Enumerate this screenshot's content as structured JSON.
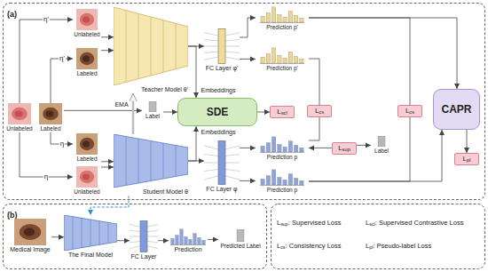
{
  "diagram": {
    "nodes": [
      {
        "text": [
          "(a)"
        ]
      },
      {
        "text": [
          "(b)"
        ]
      },
      {
        "text": [
          "Unlabeled"
        ],
        "in": 0
      },
      {
        "text": [
          "Labeled"
        ],
        "in": 0
      },
      {
        "text": [
          "Unlabeled"
        ],
        "in": 0
      },
      {
        "text": [
          "Labeled"
        ],
        "in": 0
      },
      {
        "text": [
          "Teacher Model θ'"
        ],
        "in": 0
      },
      {
        "text": [
          "FC Layer φ'"
        ],
        "in": 0
      },
      {
        "text": [
          "Prediction p'"
        ],
        "in": 0
      },
      {
        "text": [
          "Prediction p'"
        ],
        "in": 0
      },
      {
        "text": [
          "Label"
        ],
        "in": 0
      },
      {
        "text": [
          "SDE"
        ],
        "in": 0
      },
      {
        "text": [
          "Lscl"
        ],
        "in": 0
      },
      {
        "text": [
          "Lcs"
        ],
        "in": 0
      },
      {
        "text": [
          "Lcs"
        ],
        "in": 0
      },
      {
        "text": [
          "CAPR"
        ],
        "in": 0
      },
      {
        "text": [
          "Lpl"
        ],
        "in": 0
      },
      {
        "text": [
          "Labeled"
        ],
        "in": 0
      },
      {
        "text": [
          "Unlabeled"
        ],
        "in": 0
      },
      {
        "text": [
          "Student Model θ"
        ],
        "in": 0
      },
      {
        "text": [
          "FC Layer φ"
        ],
        "in": 0
      },
      {
        "text": [
          "Prediction p"
        ],
        "in": 0
      },
      {
        "text": [
          "Lsup"
        ],
        "in": 0
      },
      {
        "text": [
          "Label"
        ],
        "in": 0
      },
      {
        "text": [
          "Prediction p"
        ],
        "in": 0
      },
      {
        "text": [
          "Medical Image"
        ],
        "in": 1
      },
      {
        "text": [
          "The Final Model"
        ],
        "in": 1
      },
      {
        "text": [
          "FC Layer"
        ],
        "in": 1
      },
      {
        "text": [
          "Prediction"
        ],
        "in": 1
      },
      {
        "text": [
          "Predicted Label"
        ],
        "in": 1
      }
    ],
    "edges": [
      {
        "from": 2,
        "to": 4,
        "label": "η'",
        "arrow": "to"
      },
      {
        "from": 3,
        "to": 5,
        "label": "η'",
        "arrow": "to"
      },
      {
        "from": 3,
        "to": 10,
        "arrow": "to"
      },
      {
        "from": 3,
        "to": 17,
        "label": "η",
        "arrow": "to"
      },
      {
        "from": 2,
        "to": 18,
        "label": "η",
        "arrow": "to"
      },
      {
        "from": 4,
        "to": 6,
        "arrow": "to"
      },
      {
        "from": 5,
        "to": 6,
        "arrow": "to"
      },
      {
        "from": 6,
        "to": 7,
        "arrow": "to"
      },
      {
        "from": 6,
        "to": 11,
        "label": "Embeddings",
        "arrow": "to"
      },
      {
        "from": 7,
        "to": 8,
        "arrow": "to"
      },
      {
        "from": 7,
        "to": 9,
        "arrow": "to"
      },
      {
        "from": 10,
        "to": 11,
        "arrow": "to"
      },
      {
        "from": 19,
        "to": 6,
        "label": "EMA",
        "arrow": "to"
      },
      {
        "from": 11,
        "to": 12,
        "arrow": "to"
      },
      {
        "from": 9,
        "to": 13,
        "arrow": "none"
      },
      {
        "from": 21,
        "to": 13,
        "arrow": "none"
      },
      {
        "from": 8,
        "to": 14,
        "arrow": "none"
      },
      {
        "from": 24,
        "to": 14,
        "arrow": "none"
      },
      {
        "from": 8,
        "to": 15,
        "arrow": "to"
      },
      {
        "from": 24,
        "to": 15,
        "arrow": "to"
      },
      {
        "from": 15,
        "to": 16,
        "arrow": "to"
      },
      {
        "from": 17,
        "to": 19,
        "arrow": "to"
      },
      {
        "from": 18,
        "to": 19,
        "arrow": "to"
      },
      {
        "from": 19,
        "to": 20,
        "arrow": "to"
      },
      {
        "from": 19,
        "to": 11,
        "label": "Embeddings",
        "arrow": "to"
      },
      {
        "from": 20,
        "to": 21,
        "arrow": "to"
      },
      {
        "from": 20,
        "to": 24,
        "arrow": "to"
      },
      {
        "from": 22,
        "to": 21,
        "arrow": "to"
      },
      {
        "from": 22,
        "to": 23,
        "arrow": "to"
      },
      {
        "from": 19,
        "to": 26,
        "arrow": "to"
      },
      {
        "from": 25,
        "to": 26,
        "arrow": "to"
      },
      {
        "from": 26,
        "to": 27,
        "arrow": "to"
      },
      {
        "from": 27,
        "to": 28,
        "arrow": "to"
      },
      {
        "from": 28,
        "to": 29,
        "arrow": "to"
      }
    ],
    "legend": [
      {
        "text": "Lsup: Supervised Loss"
      },
      {
        "text": "Lscl: Supervised Contrastive Loss"
      },
      {
        "text": "Lcs: Consistency Loss"
      },
      {
        "text": "Lpl: Pseudo-label Loss"
      }
    ]
  }
}
